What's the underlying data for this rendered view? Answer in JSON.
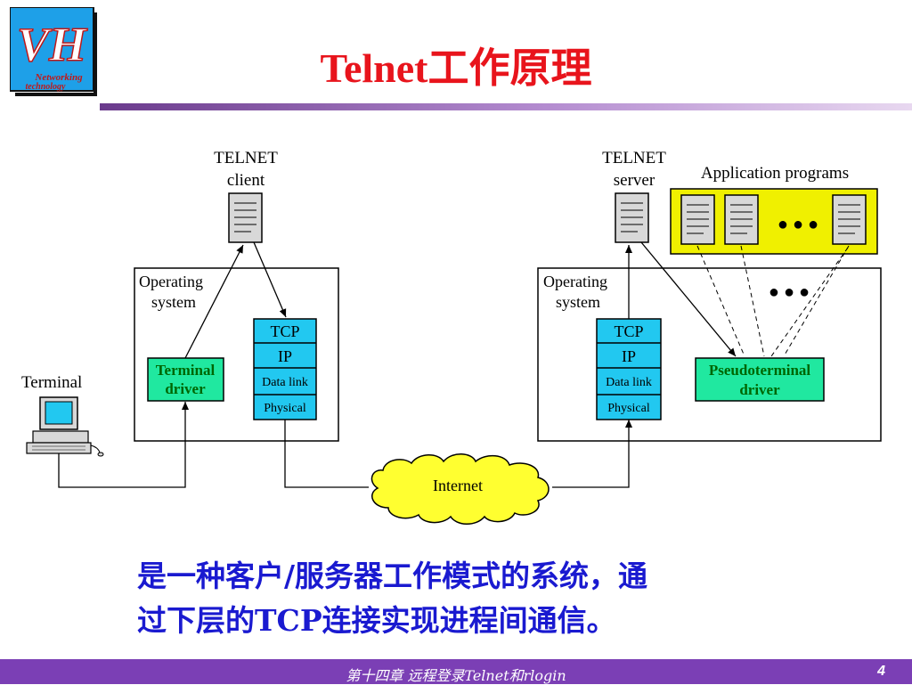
{
  "slide": {
    "title": "Telnet工作原理",
    "logo": {
      "mark": "VH",
      "line1": "Networking",
      "line2": "technology"
    },
    "caption_line1": "是一种客户/服务器工作模式的系统，通",
    "caption_line2": "过下层的TCP连接实现进程间通信。",
    "footer": "第十四章   远程登录Telnet和rlogin",
    "page_number": "4"
  },
  "diagram": {
    "client_label_1": "TELNET",
    "client_label_2": "client",
    "server_label_1": "TELNET",
    "server_label_2": "server",
    "app_programs_label": "Application programs",
    "left_os_1": "Operating",
    "left_os_2": "system",
    "right_os_1": "Operating",
    "right_os_2": "system",
    "terminal_label": "Terminal",
    "terminal_driver_1": "Terminal",
    "terminal_driver_2": "driver",
    "pseudo_driver_1": "Pseudoterminal",
    "pseudo_driver_2": "driver",
    "stack": [
      "TCP",
      "IP",
      "Data link",
      "Physical"
    ],
    "internet_label": "Internet",
    "ellipsis": "● ● ●",
    "colors": {
      "stack_fill": "#22c8f0",
      "driver_fill": "#20e8a0",
      "app_box_fill": "#f0f000",
      "cloud_fill": "#ffff30",
      "doc_fill": "#d8d8d8"
    }
  }
}
